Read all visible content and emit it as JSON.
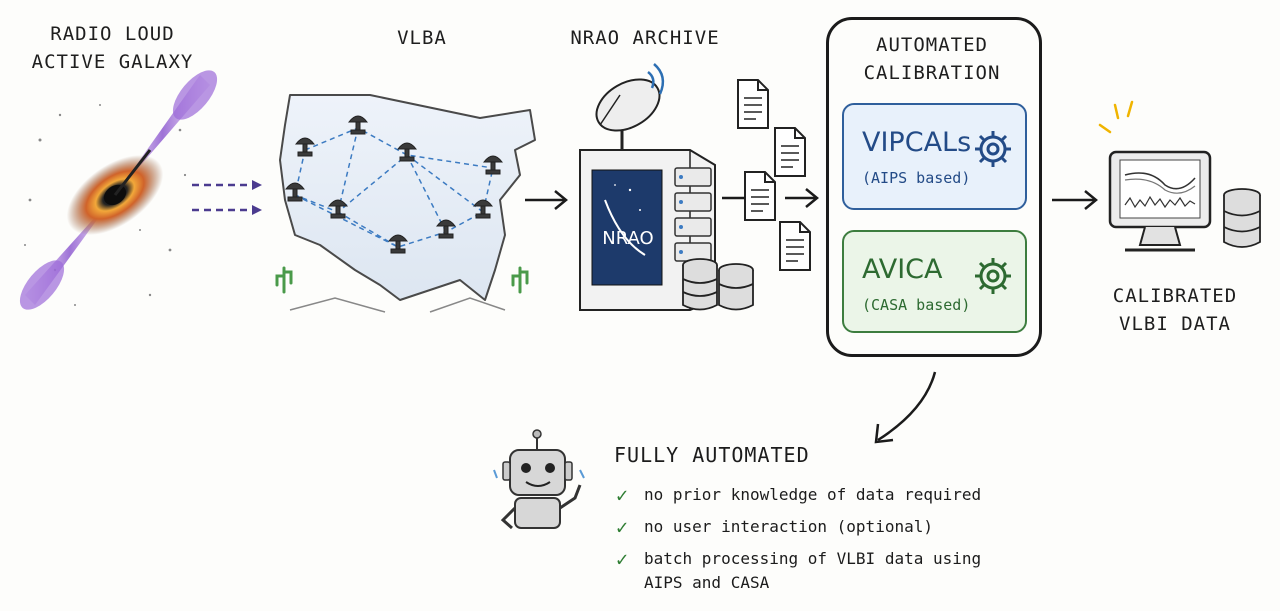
{
  "labels": {
    "galaxy": "Radio loud active galaxy",
    "vlba": "VLBA",
    "archive": "NRAO archive",
    "calibration": "Automated calibration",
    "output": "Calibrated VLBI data"
  },
  "archive_logo": "NRAO",
  "pipelines": {
    "vipcals": {
      "name": "VIPCALs",
      "note": "(AIPS based)"
    },
    "avica": {
      "name": "AVICA",
      "note": "(CASA based)"
    }
  },
  "automation": {
    "title": "Fully automated",
    "items": [
      "no prior knowledge of data required",
      "no user interaction (optional)",
      "batch processing of VLBI data using AIPS and CASA"
    ]
  },
  "colors": {
    "vipcals_fill": "#e8f1fb",
    "vipcals_border": "#2f5f9c",
    "avica_fill": "#ebf5e8",
    "avica_border": "#3d7d3f",
    "check": "#2e7d32",
    "jet": "#8e5bd0",
    "arrow_dash": "#4b3b8f"
  }
}
